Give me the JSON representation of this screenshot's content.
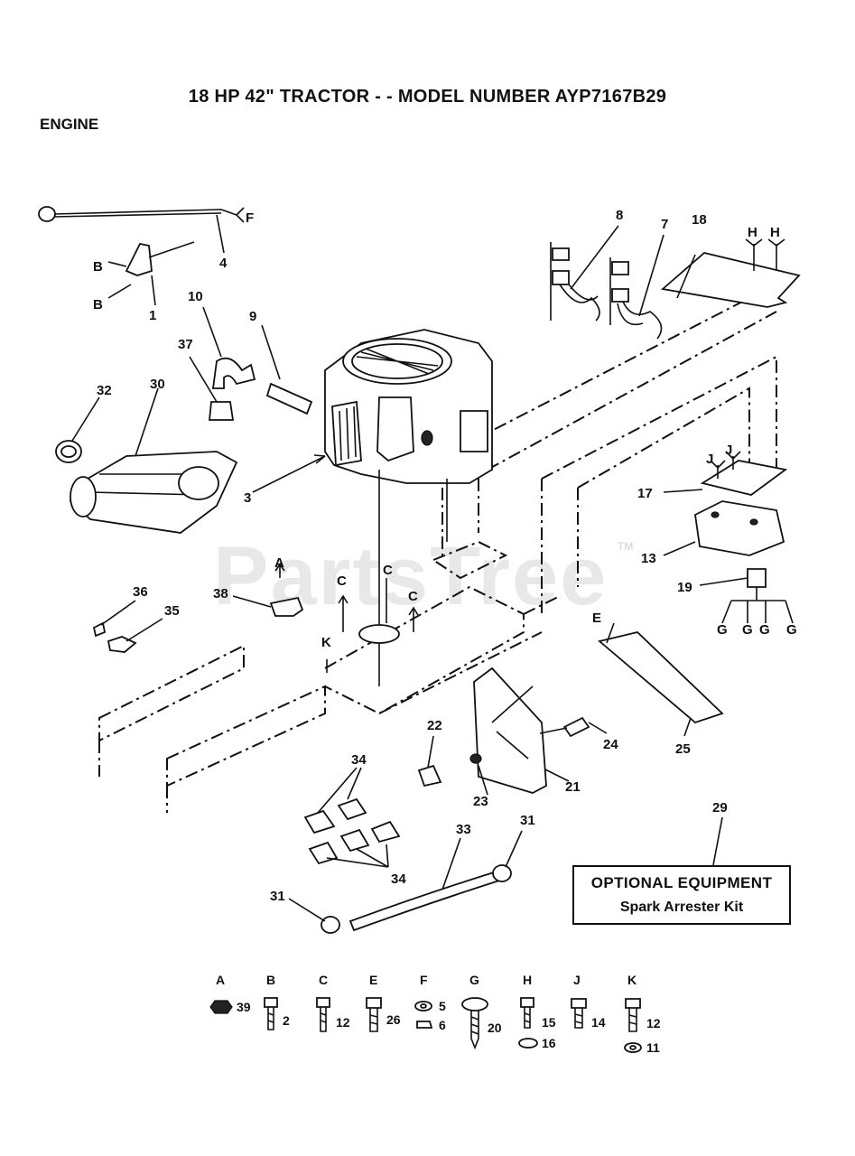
{
  "header": {
    "title": "18 HP 42\" TRACTOR - - MODEL NUMBER AYP7167B29",
    "section": "ENGINE"
  },
  "watermark": {
    "text": "PartsTree",
    "tm": "TM"
  },
  "optional": {
    "line1": "OPTIONAL EQUIPMENT",
    "line2": "Spark Arrester Kit"
  },
  "callouts": {
    "c1": "1",
    "c3": "3",
    "c4": "4",
    "c7": "7",
    "c8": "8",
    "c9": "9",
    "c10": "10",
    "c13": "13",
    "c17": "17",
    "c18": "18",
    "c19": "19",
    "c21": "21",
    "c22": "22",
    "c23": "23",
    "c24": "24",
    "c25": "25",
    "c29": "29",
    "c30": "30",
    "c31a": "31",
    "c31b": "31",
    "c32": "32",
    "c33": "33",
    "c34a": "34",
    "c34b": "34",
    "c35": "35",
    "c36": "36",
    "c37": "37",
    "c38": "38"
  },
  "letters": {
    "F": "F",
    "B1": "B",
    "B2": "B",
    "H1": "H",
    "H2": "H",
    "J1": "J",
    "J2": "J",
    "A": "A",
    "C1": "C",
    "C2": "C",
    "C3": "C",
    "K": "K",
    "E": "E",
    "G1": "G",
    "G2": "G",
    "G3": "G",
    "G4": "G"
  },
  "hardware": [
    {
      "letter": "A",
      "nums": [
        "39"
      ]
    },
    {
      "letter": "B",
      "nums": [
        "2"
      ]
    },
    {
      "letter": "C",
      "nums": [
        "12"
      ]
    },
    {
      "letter": "E",
      "nums": [
        "26"
      ]
    },
    {
      "letter": "F",
      "nums": [
        "5",
        "6"
      ]
    },
    {
      "letter": "G",
      "nums": [
        "20"
      ]
    },
    {
      "letter": "H",
      "nums": [
        "15",
        "16"
      ]
    },
    {
      "letter": "J",
      "nums": [
        "14"
      ]
    },
    {
      "letter": "K",
      "nums": [
        "12",
        "11"
      ]
    }
  ]
}
